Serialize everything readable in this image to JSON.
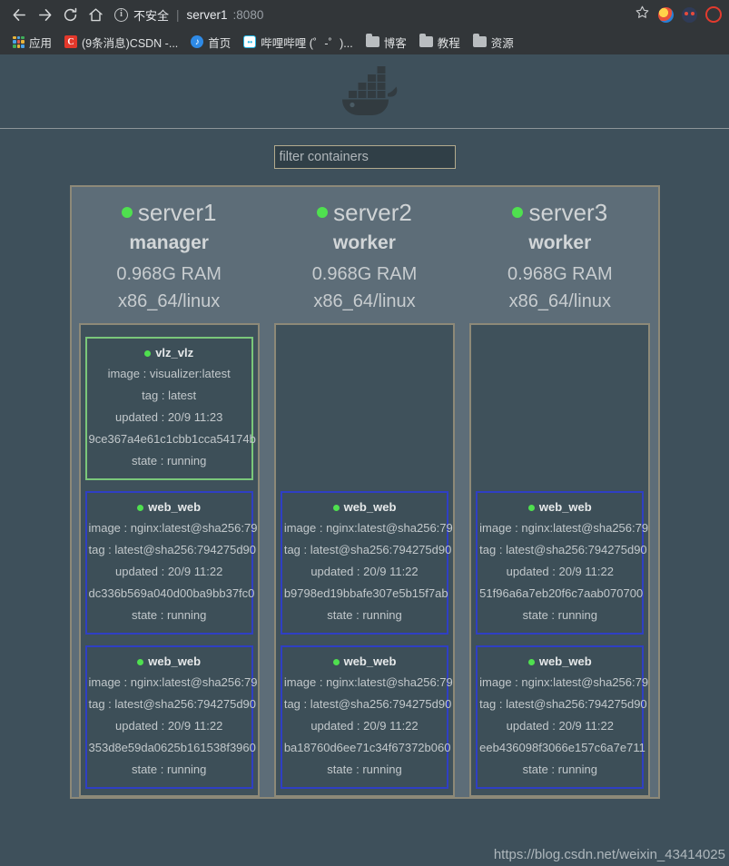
{
  "browser": {
    "nav": {
      "back": "back-arrow",
      "forward": "forward-arrow",
      "reload": "reload",
      "home": "home"
    },
    "address": {
      "security_label": "不安全",
      "host": "server1",
      "port": ":8080",
      "separator": "|"
    },
    "right_icons": [
      "star-icon",
      "extension-colorful-icon",
      "extension-rocket-icon",
      "extension-red-icon"
    ],
    "bookmarks": [
      {
        "label": "应用",
        "icon": "apps-grid-icon"
      },
      {
        "label": "(9条消息)CSDN -...",
        "icon": "csdn-icon"
      },
      {
        "label": "首页",
        "icon": "blue-circle-icon"
      },
      {
        "label": "哔哩哔哩 (゜-゜)...",
        "icon": "bilibili-icon"
      },
      {
        "label": "博客",
        "icon": "folder-icon"
      },
      {
        "label": "教程",
        "icon": "folder-icon"
      },
      {
        "label": "资源",
        "icon": "folder-icon"
      }
    ]
  },
  "app": {
    "logo": "docker-whale-logo",
    "filter": {
      "value": "",
      "placeholder": "filter containers"
    },
    "watermark": "https://blog.csdn.net/weixin_43414025",
    "colors": {
      "page_bg": "#3e505b",
      "header_bg": "#5d6d78",
      "node_bg": "#3f515b",
      "card_bg": "#3d4f58",
      "border_tan": "#8d8978",
      "accent_blue": "#2f3fc4",
      "accent_green": "#7ac77a",
      "status_dot": "#4fe04f"
    }
  },
  "nodes": [
    {
      "name": "server1",
      "role": "manager",
      "ram": "0.968G RAM",
      "arch": "x86_64/linux",
      "status": "up",
      "containers": [
        {
          "name": "vlz_vlz",
          "accent": "green",
          "status": "up",
          "image": "image : visualizer:latest",
          "tag": "tag : latest",
          "updated": "updated : 20/9 11:23",
          "id": "9ce367a4e61c1cbb1cca54174b",
          "state": "state : running"
        },
        {
          "name": "web_web",
          "accent": "blue",
          "status": "up",
          "image": "image : nginx:latest@sha256:79",
          "tag": "tag : latest@sha256:794275d90",
          "updated": "updated : 20/9 11:22",
          "id": "dc336b569a040d00ba9bb37fc0",
          "state": "state : running"
        },
        {
          "name": "web_web",
          "accent": "blue",
          "status": "up",
          "image": "image : nginx:latest@sha256:79",
          "tag": "tag : latest@sha256:794275d90",
          "updated": "updated : 20/9 11:22",
          "id": "353d8e59da0625b161538f3960",
          "state": "state : running"
        }
      ]
    },
    {
      "name": "server2",
      "role": "worker",
      "ram": "0.968G RAM",
      "arch": "x86_64/linux",
      "status": "up",
      "containers": [
        {
          "name": "web_web",
          "accent": "blue",
          "status": "up",
          "image": "image : nginx:latest@sha256:79",
          "tag": "tag : latest@sha256:794275d90",
          "updated": "updated : 20/9 11:22",
          "id": "b9798ed19bbafe307e5b15f7ab",
          "state": "state : running"
        },
        {
          "name": "web_web",
          "accent": "blue",
          "status": "up",
          "image": "image : nginx:latest@sha256:79",
          "tag": "tag : latest@sha256:794275d90",
          "updated": "updated : 20/9 11:22",
          "id": "ba18760d6ee71c34f67372b060",
          "state": "state : running"
        }
      ]
    },
    {
      "name": "server3",
      "role": "worker",
      "ram": "0.968G RAM",
      "arch": "x86_64/linux",
      "status": "up",
      "containers": [
        {
          "name": "web_web",
          "accent": "blue",
          "status": "up",
          "image": "image : nginx:latest@sha256:79",
          "tag": "tag : latest@sha256:794275d90",
          "updated": "updated : 20/9 11:22",
          "id": "51f96a6a7eb20f6c7aab070700",
          "state": "state : running"
        },
        {
          "name": "web_web",
          "accent": "blue",
          "status": "up",
          "image": "image : nginx:latest@sha256:79",
          "tag": "tag : latest@sha256:794275d90",
          "updated": "updated : 20/9 11:22",
          "id": "eeb436098f3066e157c6a7e711",
          "state": "state : running"
        }
      ]
    }
  ]
}
